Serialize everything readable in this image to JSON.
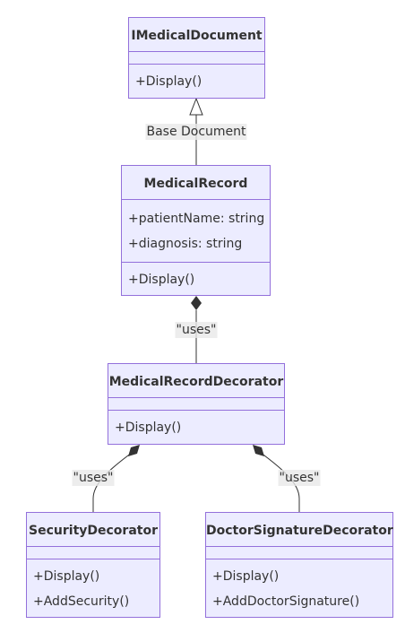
{
  "classes": {
    "imedicaldocument": {
      "name": "IMedicalDocument",
      "methods": [
        "+Display()"
      ]
    },
    "medicalrecord": {
      "name": "MedicalRecord",
      "attributes": [
        "+patientName: string",
        "+diagnosis: string"
      ],
      "methods": [
        "+Display()"
      ]
    },
    "medicalrecorddecorator": {
      "name": "MedicalRecordDecorator",
      "methods": [
        "+Display()"
      ]
    },
    "securitydecorator": {
      "name": "SecurityDecorator",
      "methods": [
        "+Display()",
        "+AddSecurity()"
      ]
    },
    "doctorsignaturedecorator": {
      "name": "DoctorSignatureDecorator",
      "methods": [
        "+Display()",
        "+AddDoctorSignature()"
      ]
    }
  },
  "relations": [
    {
      "type": "realization",
      "label": "Base Document"
    },
    {
      "type": "composition",
      "label": "\"uses\""
    },
    {
      "type": "composition",
      "label": "\"uses\""
    },
    {
      "type": "composition",
      "label": "\"uses\""
    }
  ],
  "colors": {
    "class_fill": "#ececff",
    "class_border": "#9370db",
    "edge": "#333333",
    "label_bg": "#e8e8e8"
  }
}
